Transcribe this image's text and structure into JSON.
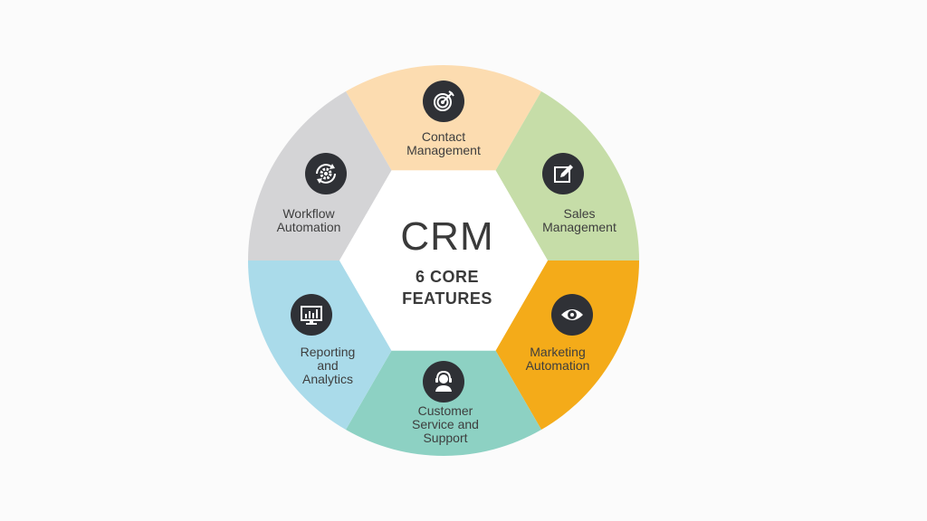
{
  "center": {
    "title": "CRM",
    "subtitle_line1": "6 CORE",
    "subtitle_line2": "FEATURES"
  },
  "segments": [
    {
      "key": "contact",
      "lines": [
        "Contact",
        "Management"
      ],
      "color": "#fcdcb0",
      "icon": "target-icon"
    },
    {
      "key": "sales",
      "lines": [
        "Sales",
        "Management"
      ],
      "color": "#c6dda8",
      "icon": "edit-icon"
    },
    {
      "key": "marketing",
      "lines": [
        "Marketing",
        "Automation"
      ],
      "color": "#f4ab19",
      "icon": "eye-icon"
    },
    {
      "key": "support",
      "lines": [
        "Customer",
        "Service and",
        "Support"
      ],
      "color": "#8dd1c3",
      "icon": "headset-icon"
    },
    {
      "key": "reporting",
      "lines": [
        "Reporting",
        "and",
        "Analytics"
      ],
      "color": "#aadbea",
      "icon": "chart-monitor-icon"
    },
    {
      "key": "workflow",
      "lines": [
        "Workflow",
        "Automation"
      ],
      "color": "#d4d4d6",
      "icon": "gear-cycle-icon"
    }
  ]
}
